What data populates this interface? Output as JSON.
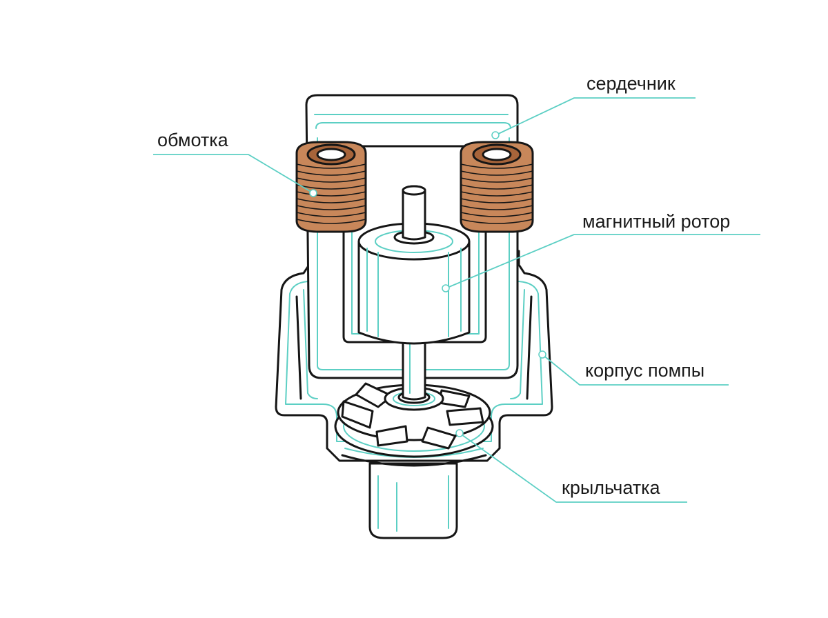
{
  "labels": {
    "core": "сердечник",
    "winding": "обмотка",
    "rotor": "магнитный ротор",
    "housing": "корпус помпы",
    "impeller": "крыльчатка"
  },
  "colors": {
    "outline": "#161616",
    "accent": "#5ccfc4",
    "copper": "#c8875a",
    "copper_dark": "#a7643a",
    "background": "#ffffff"
  }
}
